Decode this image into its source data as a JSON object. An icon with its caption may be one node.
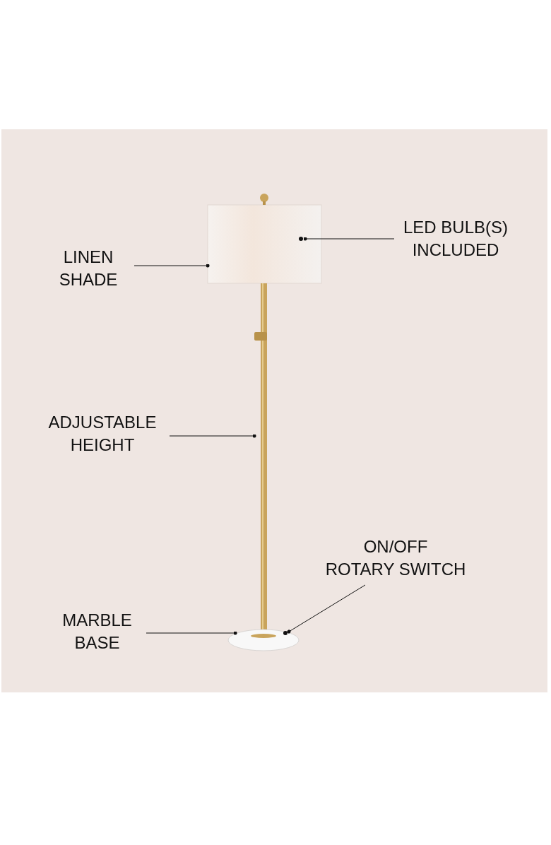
{
  "diagram": {
    "nodes": [
      {
        "text": [
          "LINEN SHADE"
        ]
      },
      {
        "text": [],
        "shape": "picture"
      },
      {
        "text": [
          "LED BULB(S) INCLUDED"
        ]
      },
      {
        "text": [],
        "shape": "circle",
        "in": 1
      },
      {
        "text": [
          "ADJUSTABLE HEIGHT"
        ]
      },
      {
        "text": [],
        "shape": "picture"
      },
      {
        "text": [
          "ON/OFF ROTARY SWITCH"
        ]
      },
      {
        "text": [],
        "shape": "circle",
        "in": 9
      },
      {
        "text": [
          "MARBLE BASE"
        ]
      },
      {
        "text": [],
        "shape": "picture"
      }
    ],
    "edges": [
      {
        "from": 0,
        "to": 1,
        "arrow": "other"
      },
      {
        "from": 2,
        "to": 3,
        "arrow": "other"
      },
      {
        "from": 4,
        "to": 5,
        "arrow": "other"
      },
      {
        "from": 6,
        "to": 7,
        "arrow": "other"
      },
      {
        "from": 8,
        "to": 9,
        "arrow": "other"
      }
    ]
  }
}
